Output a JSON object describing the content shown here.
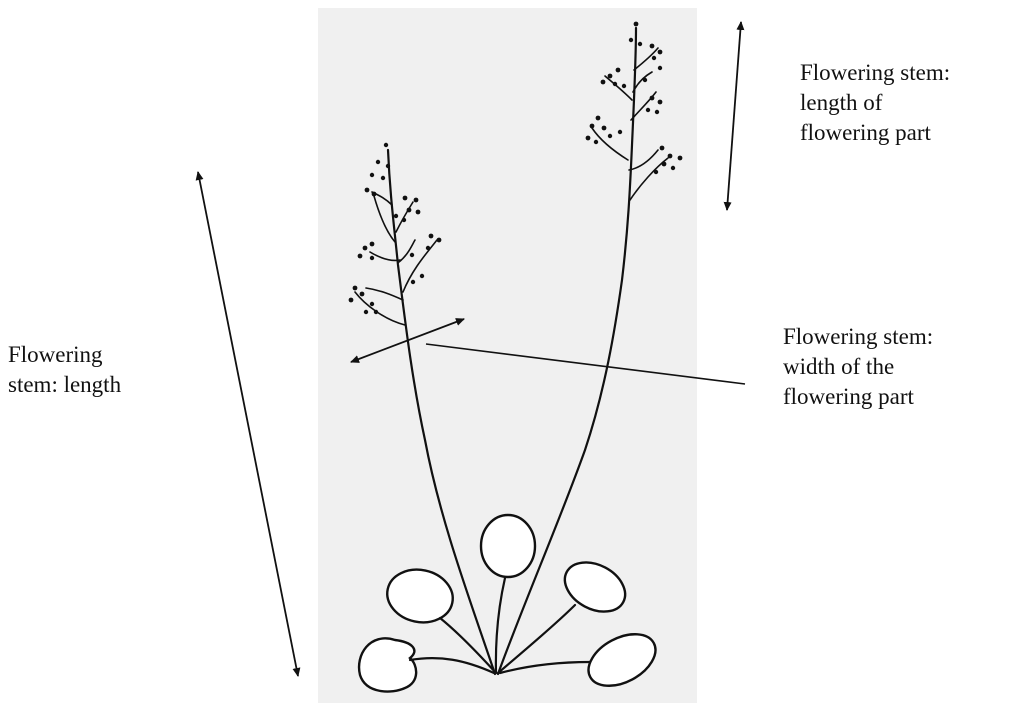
{
  "labels": {
    "flowering_part_length": "Flowering stem:\nlength of\nflowering part",
    "stem_length": "Flowering\nstem: length",
    "flowering_part_width": "Flowering stem:\nwidth of the\nflowering part"
  },
  "colors": {
    "panel": "#f0f0f0",
    "ink": "#111111"
  }
}
